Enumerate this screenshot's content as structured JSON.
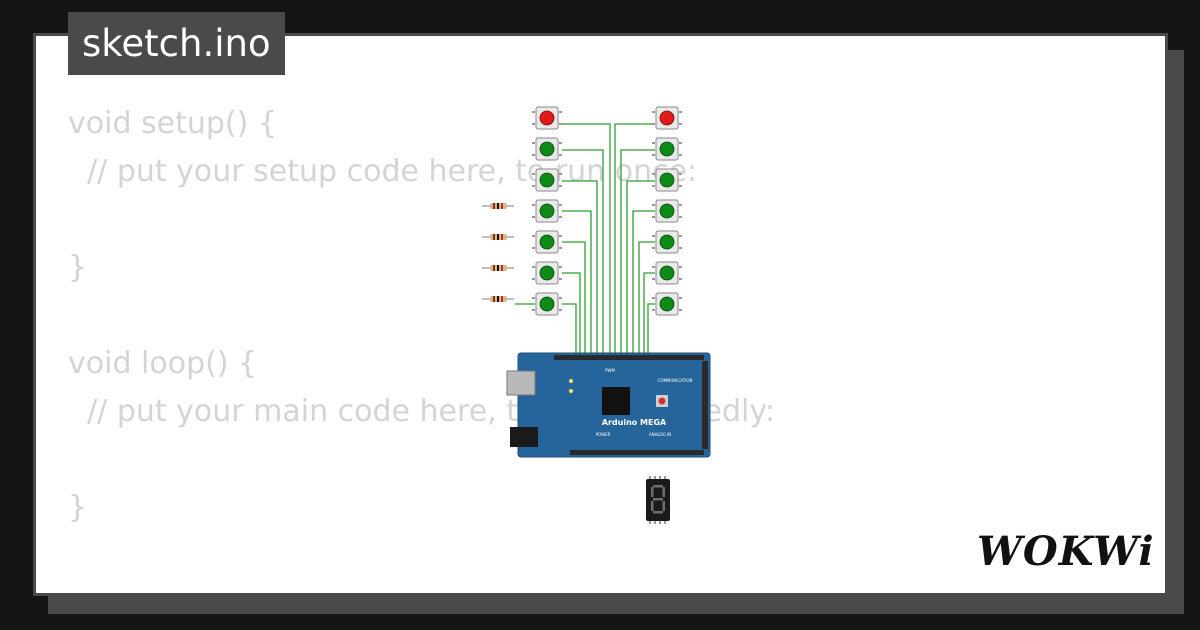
{
  "sketch": {
    "filename": "sketch.ino"
  },
  "code": {
    "lines": [
      "void setup() {",
      "  // put your setup code here, to run once:",
      "",
      "}",
      "",
      "void loop() {",
      "  // put your main code here, to run repeatedly:",
      "",
      "}"
    ]
  },
  "board": {
    "label": "Arduino MEGA",
    "power_label": "POWER",
    "analog_label": "ANALOG IN",
    "comm_label": "COMMUNICATION",
    "pwm_label": "PWM"
  },
  "brand": {
    "name": "WOKWi"
  },
  "colors": {
    "background": "#151515",
    "card": "#ffffff",
    "frame": "#4a4a4a",
    "code_text": "#d4d4d4",
    "board_blue": "#25659b",
    "wire_green": "#2e9e2e",
    "button_red": "#e11b1b",
    "button_green": "#0e8a17"
  },
  "components": {
    "red_buttons": 2,
    "green_buttons": 12,
    "resistors": 4,
    "seven_segment_display": 1
  }
}
